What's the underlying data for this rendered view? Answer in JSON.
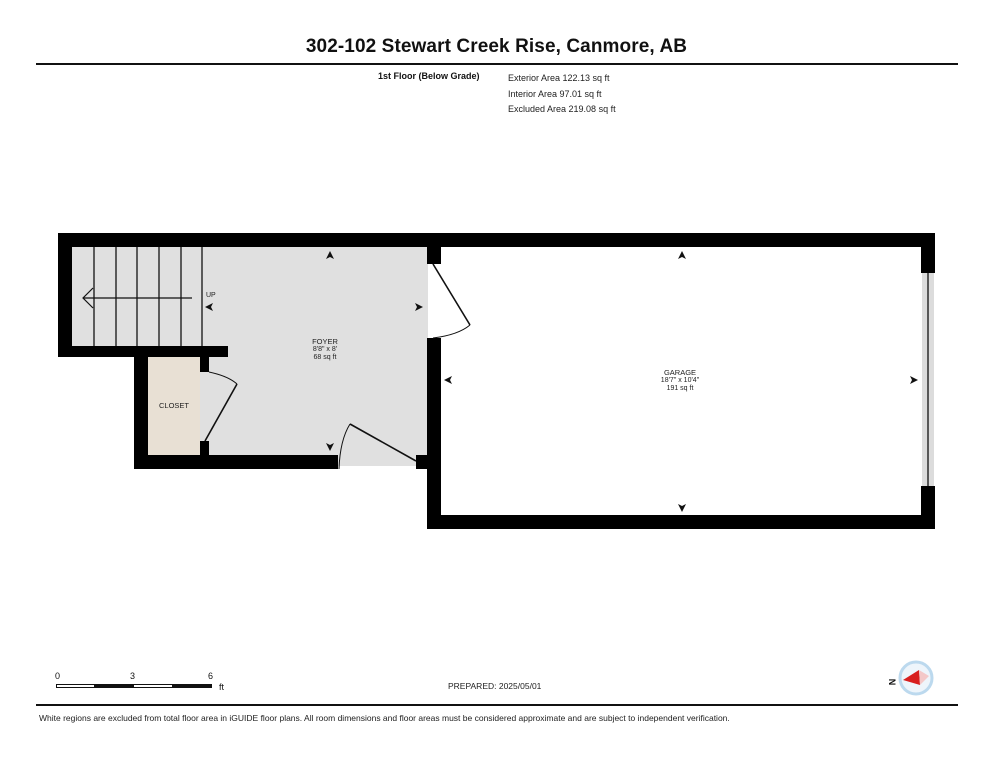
{
  "header": {
    "title": "302-102 Stewart Creek Rise, Canmore, AB",
    "floor_label": "1st Floor (Below Grade)",
    "areas": [
      "Exterior Area 122.13 sq ft",
      "Interior Area 97.01 sq ft",
      "Excluded Area 219.08 sq ft"
    ]
  },
  "rooms": {
    "foyer": {
      "name": "FOYER",
      "dimensions": "8'8\" x 8'",
      "area": "68 sq ft"
    },
    "garage": {
      "name": "GARAGE",
      "dimensions": "18'7\" x 10'4\"",
      "area": "191 sq ft"
    },
    "closet": {
      "name": "CLOSET"
    },
    "stairs": {
      "label": "UP"
    }
  },
  "scale_bar": {
    "ticks": [
      "0",
      "3",
      "6"
    ],
    "unit": "ft"
  },
  "footer": {
    "prepared": "PREPARED: 2025/05/01",
    "disclaimer": "White regions are excluded from total floor area in iGUIDE floor plans. All room dimensions and floor areas must be considered approximate and are subject to independent verification.",
    "compass_label": "N"
  },
  "colors": {
    "wall": "#000000",
    "room_fill": "#e0e0e0",
    "closet_fill": "#e8e0d4",
    "excluded_fill": "#ffffff",
    "compass_accent": "#d81f1f",
    "compass_ring": "#bcd9ee"
  }
}
